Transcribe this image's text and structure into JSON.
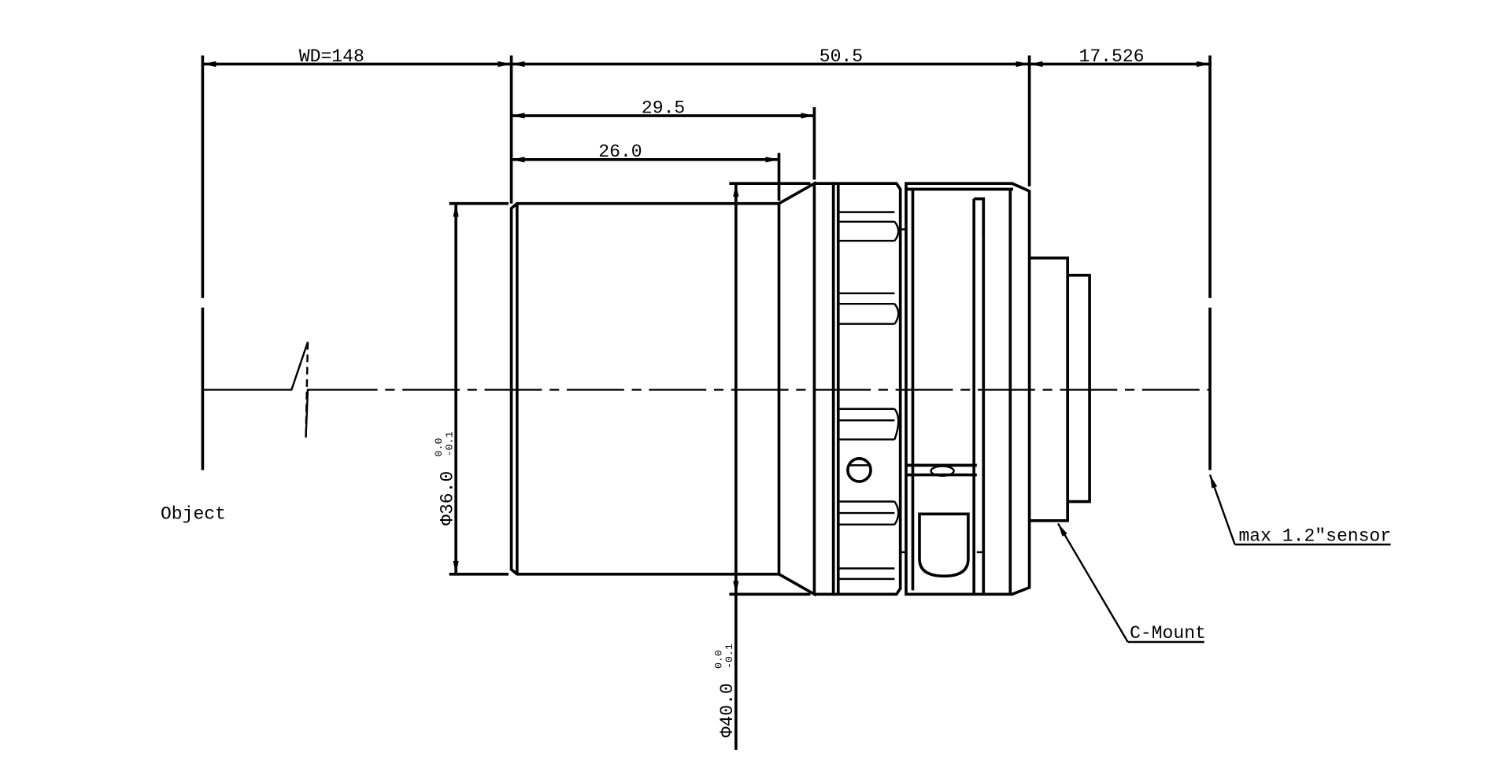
{
  "drawing": {
    "dimensions": {
      "working_distance": "WD=148",
      "lens_length": "50.5",
      "flange_back": "17.526",
      "length_29": "29.5",
      "length_26": "26.0",
      "diameter_36": "Φ36.0",
      "diameter_40": "Φ40.0",
      "tol_upper": "0.0",
      "tol_lower": "-0.1"
    },
    "labels": {
      "object": "Object",
      "sensor": "max 1.2″sensor",
      "mount": "C-Mount"
    }
  }
}
